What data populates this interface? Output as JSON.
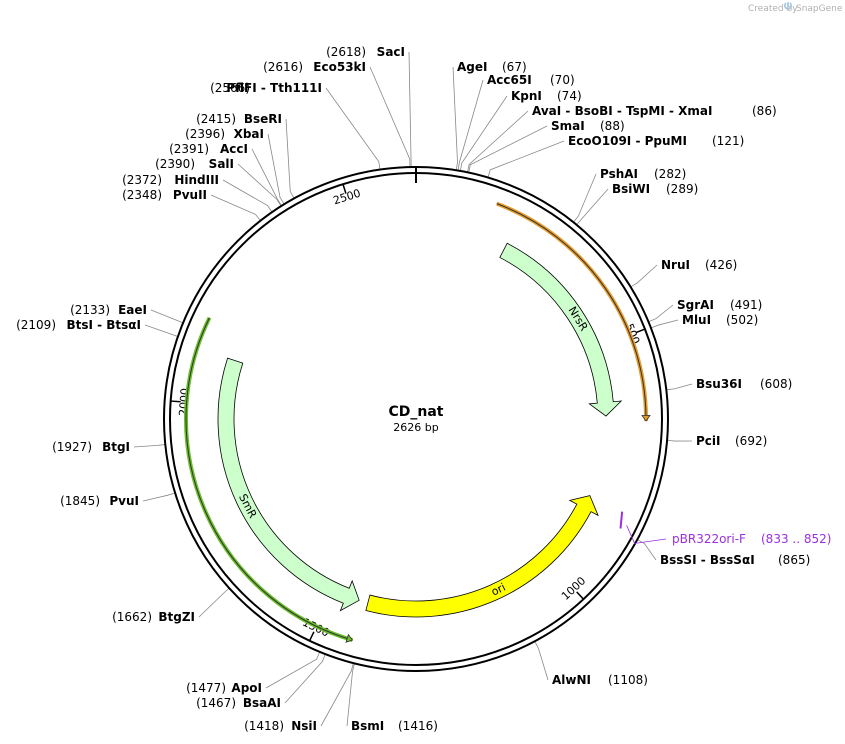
{
  "credit": {
    "created_by": "Created by",
    "app": "SnapGene"
  },
  "plasmid": {
    "name": "CD_nat",
    "length_label": "2626 bp",
    "length_bp": 2626
  },
  "backbone_ticks": [
    {
      "bp": 500,
      "label": "500"
    },
    {
      "bp": 1000,
      "label": "1000"
    },
    {
      "bp": 1500,
      "label": "1500"
    },
    {
      "bp": 2000,
      "label": "2000"
    },
    {
      "bp": 2500,
      "label": "2500"
    }
  ],
  "features": [
    {
      "name": "NrsR",
      "start": 200,
      "end": 650,
      "direction": "cw",
      "color": "#ccffcc",
      "stroke": "#000000"
    },
    {
      "name": "ori",
      "start": 830,
      "end": 1420,
      "direction": "ccw",
      "color": "#ffff00",
      "stroke": "#000000"
    },
    {
      "name": "SmR",
      "start": 1440,
      "end": 2100,
      "direction": "ccw",
      "color": "#ccffcc",
      "stroke": "#000000"
    }
  ],
  "orf_arcs": [
    {
      "start": 150,
      "end": 660,
      "direction": "cw",
      "color": "#e59b2b"
    },
    {
      "start": 1430,
      "end": 2160,
      "direction": "ccw",
      "color": "#6abf2b"
    }
  ],
  "primers": [
    {
      "name": "pBR322ori-F",
      "range": "(833 .. 852)",
      "start": 833,
      "end": 852,
      "color": "#9b30e0"
    }
  ],
  "sites": [
    {
      "name": "SacI",
      "pos": "(2618)"
    },
    {
      "name": "Eco53kI",
      "pos": "(2616)"
    },
    {
      "name": "PflFI - Tth111I",
      "pos": "(2566)"
    },
    {
      "name": "BseRI",
      "pos": "(2415)"
    },
    {
      "name": "XbaI",
      "pos": "(2396)"
    },
    {
      "name": "AccI",
      "pos": "(2391)"
    },
    {
      "name": "SalI",
      "pos": "(2390)"
    },
    {
      "name": "HindIII",
      "pos": "(2372)"
    },
    {
      "name": "PvuII",
      "pos": "(2348)"
    },
    {
      "name": "EaeI",
      "pos": "(2133)"
    },
    {
      "name": "BtsI - BtsαI",
      "pos": "(2109)"
    },
    {
      "name": "BtgI",
      "pos": "(1927)"
    },
    {
      "name": "PvuI",
      "pos": "(1845)"
    },
    {
      "name": "BtgZI",
      "pos": "(1662)"
    },
    {
      "name": "ApoI",
      "pos": "(1477)"
    },
    {
      "name": "BsaAI",
      "pos": "(1467)"
    },
    {
      "name": "NsiI",
      "pos": "(1418)"
    },
    {
      "name": "BsmI",
      "pos": "(1416)"
    },
    {
      "name": "AlwNI",
      "pos": "(1108)"
    },
    {
      "name": "AgeI",
      "pos": "(67)"
    },
    {
      "name": "Acc65I",
      "pos": "(70)"
    },
    {
      "name": "KpnI",
      "pos": "(74)"
    },
    {
      "name": "AvaI - BsoBI - TspMI - XmaI",
      "pos": "(86)"
    },
    {
      "name": "SmaI",
      "pos": "(88)"
    },
    {
      "name": "EcoO109I - PpuMI",
      "pos": "(121)"
    },
    {
      "name": "PshAI",
      "pos": "(282)"
    },
    {
      "name": "BsiWI",
      "pos": "(289)"
    },
    {
      "name": "NruI",
      "pos": "(426)"
    },
    {
      "name": "SgrAI",
      "pos": "(491)"
    },
    {
      "name": "MluI",
      "pos": "(502)"
    },
    {
      "name": "Bsu36I",
      "pos": "(608)"
    },
    {
      "name": "PciI",
      "pos": "(692)"
    },
    {
      "name": "BssSI - BssSαI",
      "pos": "(865)"
    }
  ]
}
